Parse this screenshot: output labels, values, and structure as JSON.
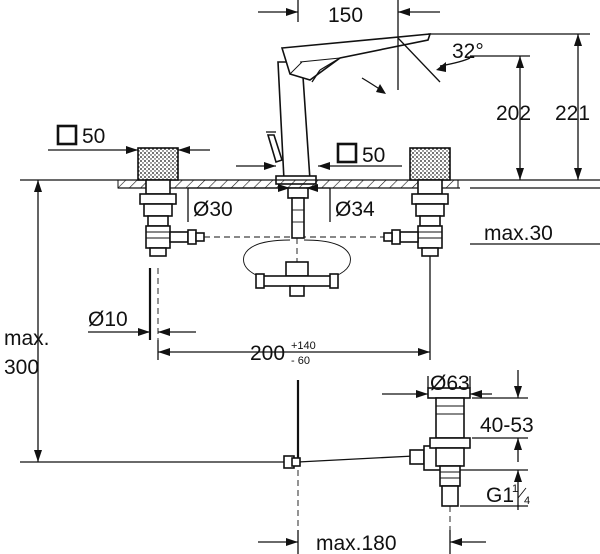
{
  "drawing": {
    "dims": {
      "spout_reach": "150",
      "spout_angle": "32°",
      "height_spout": "202",
      "height_total": "221",
      "handle_square": "50",
      "body_square": "50",
      "hole_left": "Ø30",
      "hole_center": "Ø34",
      "deck_thickness": "max.30",
      "pipe_diameter": "Ø10",
      "spread_base": "200",
      "spread_plus": "+140",
      "spread_minus": "- 60",
      "below_deck_line1": "max.",
      "below_deck_line2": "300",
      "drain_diameter": "Ø63",
      "drain_range": "40-53",
      "drain_thread_main": "G1",
      "drain_thread_num": "1",
      "drain_thread_den": "4",
      "drain_depth": "max.180"
    }
  }
}
